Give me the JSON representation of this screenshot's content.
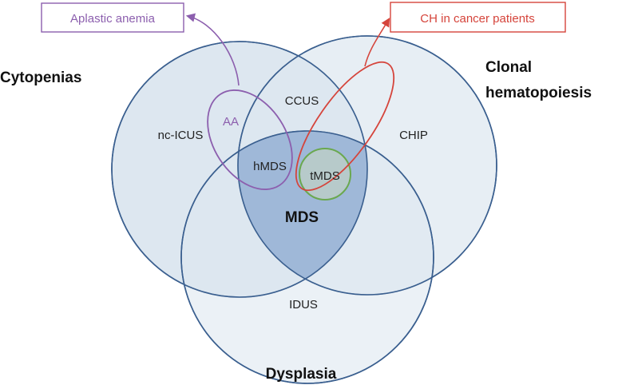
{
  "sets": {
    "cytopenias": {
      "title": "Cytopenias"
    },
    "clonal": {
      "title_line1": "Clonal",
      "title_line2": "hematopoiesis"
    },
    "dysplasia": {
      "title": "Dysplasia"
    }
  },
  "regions": {
    "nc_icus": "nc-ICUS",
    "ccus": "CCUS",
    "chip": "CHIP",
    "idus": "IDUS",
    "hmds": "hMDS",
    "tmds": "tMDS",
    "mds": "MDS",
    "aa": "AA"
  },
  "callouts": {
    "aplastic_anemia": "Aplastic anemia",
    "ch_cancer": "CH in cancer patients"
  },
  "colors": {
    "circle_fill": "#dde7f0",
    "circle_stroke": "#3a5f8f",
    "mds_fill": "#9fb8d8",
    "aa_color": "#8c5fae",
    "ch_color": "#d5443b",
    "tmds_color": "#6aa84f"
  }
}
